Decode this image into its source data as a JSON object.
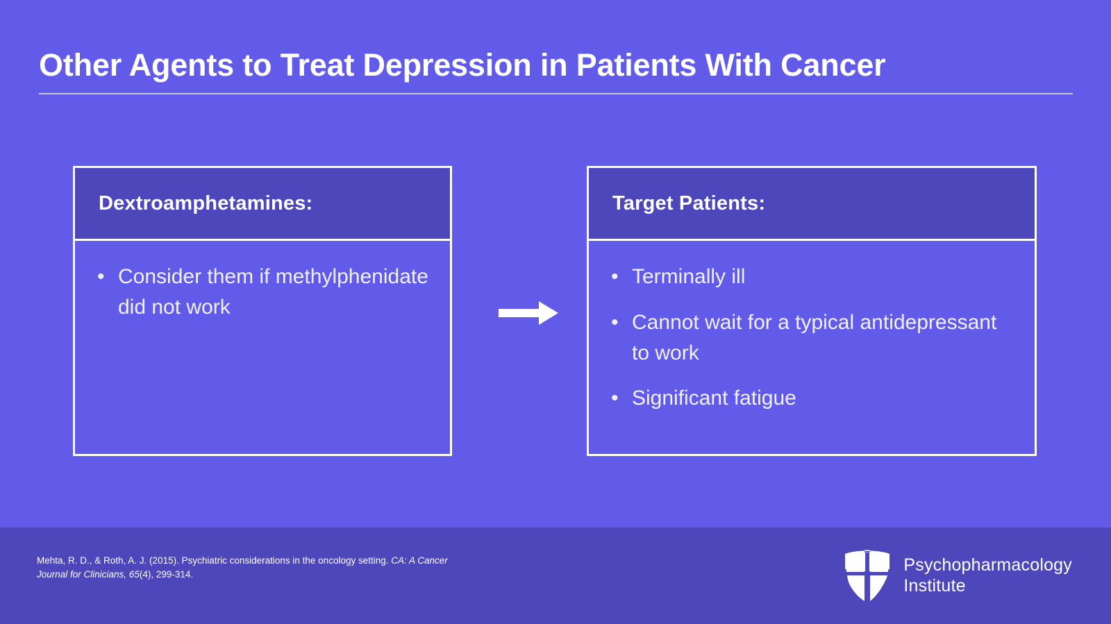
{
  "slide": {
    "title": "Other Agents to Treat Depression in Patients With Cancer",
    "background_color": "#625bea",
    "accent_color": "#4e46bb",
    "text_color": "#ffffff"
  },
  "cards": {
    "left": {
      "heading": "Dextroamphetamines:",
      "bullets": [
        "Consider them if methylphenidate did not work"
      ]
    },
    "right": {
      "heading": "Target Patients:",
      "bullets": [
        "Terminally ill",
        "Cannot wait for a typical antidepressant to work",
        "Significant fatigue"
      ]
    }
  },
  "connector": {
    "icon": "right-arrow-icon"
  },
  "bullet_glyph": "•",
  "footer": {
    "citation": {
      "part1": "Mehta, R. D., & Roth, A. J. (2015). Psychiatric considerations in the oncology setting. ",
      "part2_italic": "CA: A Cancer Journal for Clinicians, 65",
      "part3": "(4), 299-314."
    },
    "logo": {
      "mark": "shield-icon",
      "line1": "Psychopharmacology",
      "line2": "Institute"
    }
  }
}
